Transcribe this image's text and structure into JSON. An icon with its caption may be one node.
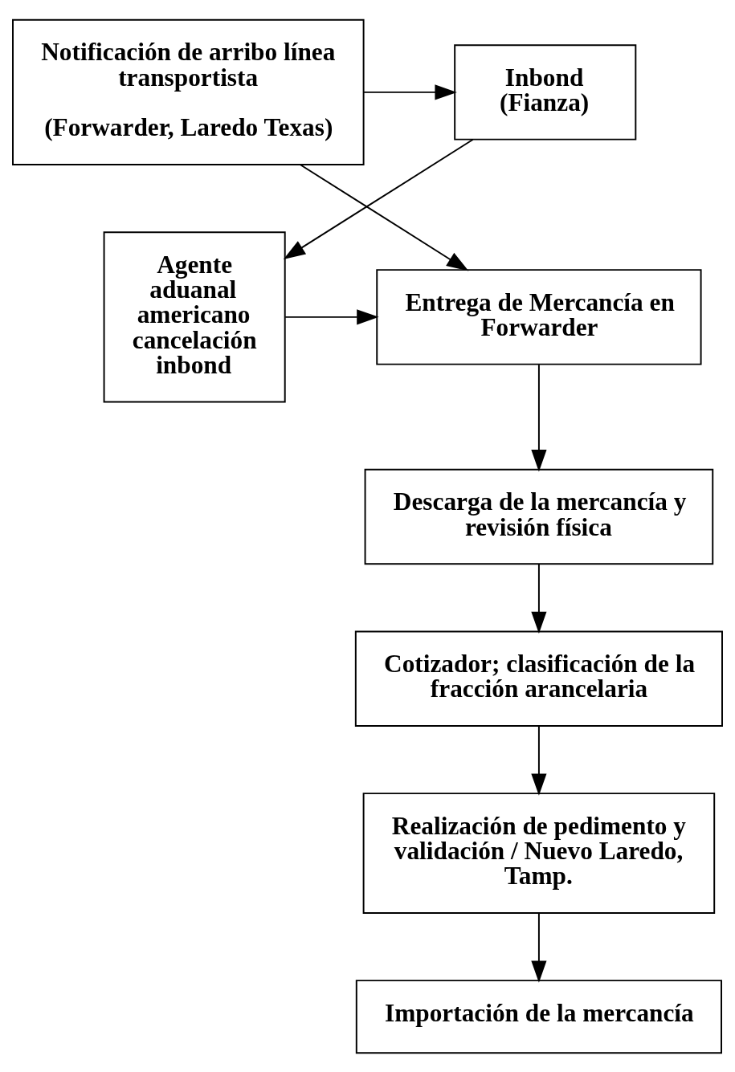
{
  "diagram": {
    "nodes": [
      {
        "text": [
          "Notificación de arribo línea transportista",
          "(Forwarder, Laredo Texas)"
        ]
      },
      {
        "text": [
          "Inbond (Fianza)"
        ]
      },
      {
        "text": [
          "Agente aduanal americano cancelación inbond"
        ]
      },
      {
        "text": [
          "Entrega de Mercancía en Forwarder"
        ]
      },
      {
        "text": [
          "Descarga de la mercancía y revisión física"
        ]
      },
      {
        "text": [
          "Cotizador; clasificación de la fracción arancelaria"
        ]
      },
      {
        "text": [
          "Realización de pedimento y validación / Nuevo Laredo, Tamp."
        ]
      },
      {
        "text": [
          "Importación de la mercancía"
        ]
      }
    ],
    "edges": [
      {
        "from": 0,
        "to": 1,
        "arrow": "to"
      },
      {
        "from": 1,
        "to": 2,
        "arrow": "to"
      },
      {
        "from": 0,
        "to": 3,
        "arrow": "to"
      },
      {
        "from": 2,
        "to": 3,
        "arrow": "to"
      },
      {
        "from": 3,
        "to": 4,
        "arrow": "to"
      },
      {
        "from": 4,
        "to": 5,
        "arrow": "to"
      },
      {
        "from": 5,
        "to": 6,
        "arrow": "to"
      },
      {
        "from": 6,
        "to": 7,
        "arrow": "to"
      }
    ]
  }
}
